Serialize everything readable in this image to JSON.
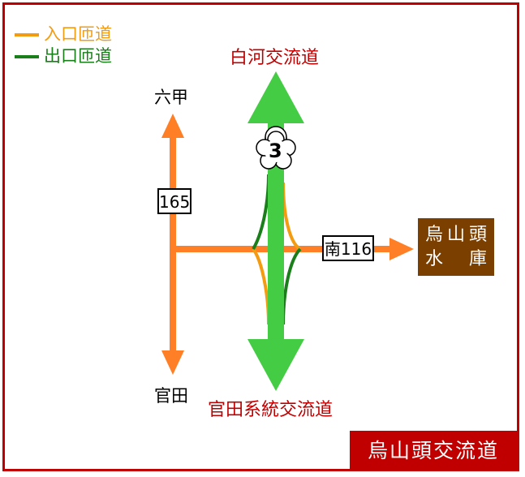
{
  "legend": {
    "entrance": {
      "label": "入口匝道",
      "color": "#f39c12"
    },
    "exit": {
      "label": "出口匝道",
      "color": "#1a7f1a"
    }
  },
  "destinations": {
    "north": "白河交流道",
    "south": "官田系統交流道",
    "local_north": "六甲",
    "local_south": "官田"
  },
  "routes": {
    "freeway": "3",
    "provincial": "165",
    "county": "南116"
  },
  "reservoir": {
    "line1": [
      "烏",
      "山",
      "頭"
    ],
    "line2": [
      "水",
      "庫"
    ]
  },
  "title": "烏山頭交流道",
  "colors": {
    "frame": "#c00000",
    "freeway_arrow": "#44cc44",
    "local_road": "#ff7f27",
    "entrance_ramp": "#f39c12",
    "exit_ramp": "#1a7f1a",
    "reservoir_bg": "#7b3f00"
  }
}
